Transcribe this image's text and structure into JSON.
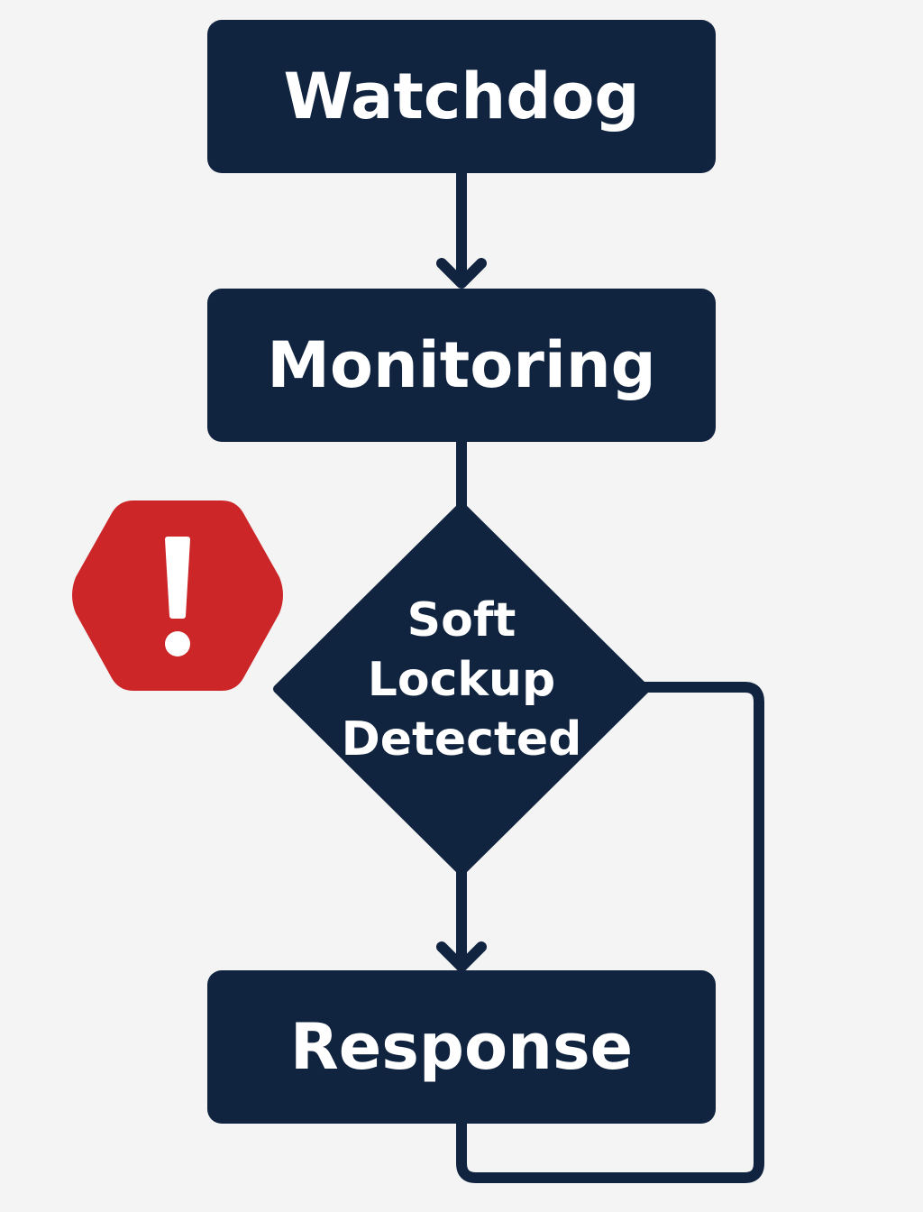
{
  "nodes": {
    "watchdog": "Watchdog",
    "monitoring": "Monitoring",
    "decision": [
      "Soft",
      "Lockup",
      "Detected"
    ],
    "response": "Response"
  },
  "colors": {
    "node": "#10233f",
    "alert": "#cc2629",
    "background": "#f4f4f4"
  },
  "icons": {
    "alert": "exclamation-hexagon-icon"
  }
}
